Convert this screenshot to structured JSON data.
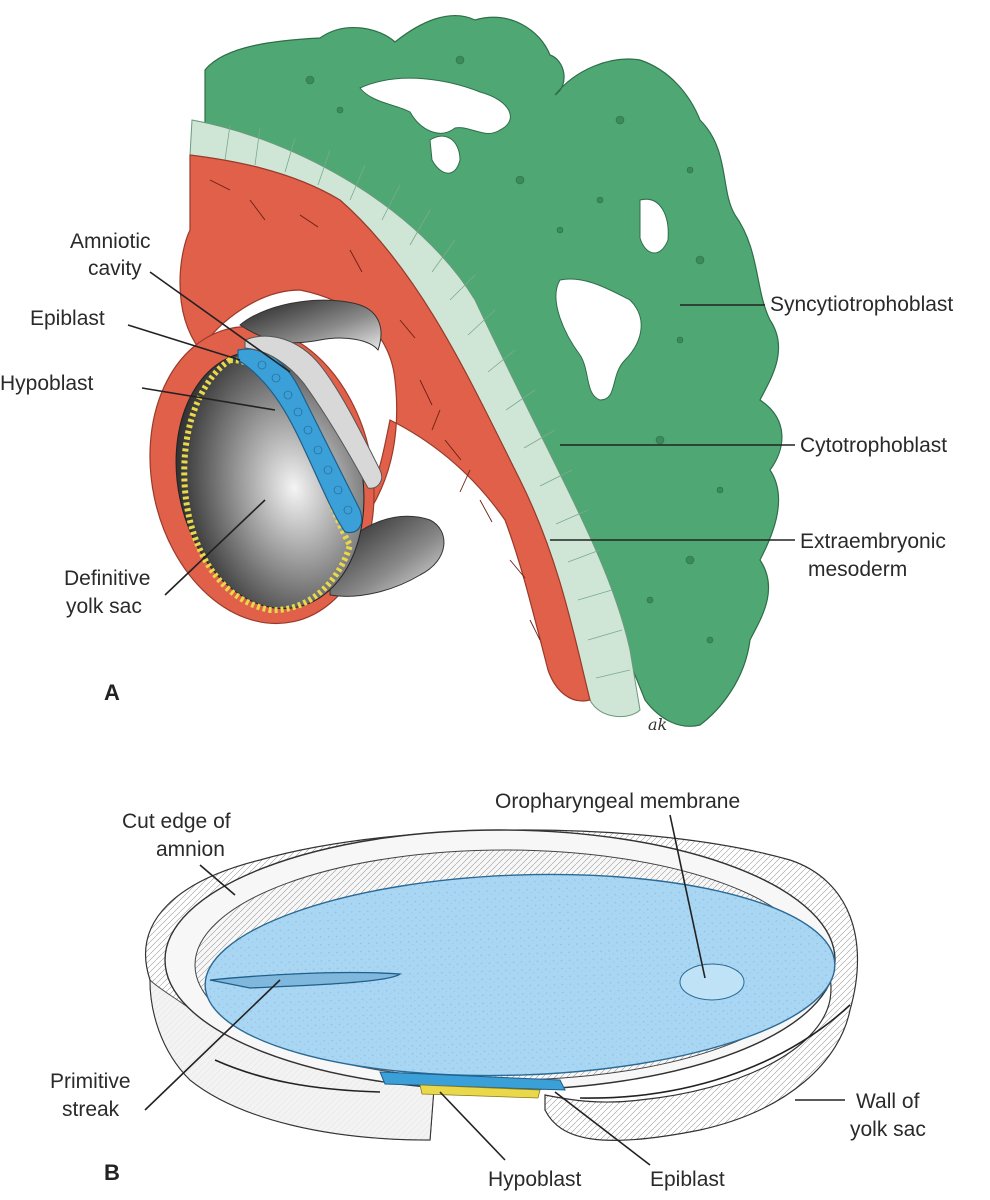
{
  "panel_a": {
    "letter": "A",
    "labels": {
      "amniotic_cavity_1": "Amniotic",
      "amniotic_cavity_2": "cavity",
      "epiblast": "Epiblast",
      "hypoblast": "Hypoblast",
      "definitive_yolk_sac_1": "Definitive",
      "definitive_yolk_sac_2": "yolk sac",
      "syncytiotrophoblast": "Syncytiotrophoblast",
      "cytotrophoblast": "Cytotrophoblast",
      "extraembryonic_mesoderm_1": "Extraembryonic",
      "extraembryonic_mesoderm_2": "mesoderm"
    },
    "signature": "ak"
  },
  "panel_b": {
    "letter": "B",
    "labels": {
      "cut_edge_of_amnion_1": "Cut edge of",
      "cut_edge_of_amnion_2": "amnion",
      "oropharyngeal_membrane": "Oropharyngeal membrane",
      "primitive_streak_1": "Primitive",
      "primitive_streak_2": "streak",
      "wall_of_yolk_sac_1": "Wall of",
      "wall_of_yolk_sac_2": "yolk sac",
      "hypoblast": "Hypoblast",
      "epiblast": "Epiblast"
    }
  },
  "colors": {
    "syncytiotrophoblast": "#4fa874",
    "cytotrophoblast": "#cfe6d6",
    "extraembryonic_mesoderm": "#e0604a",
    "epiblast": "#3b9fd8",
    "hypoblast": "#e8d84a",
    "embryonic_disc": "#a9d6f2",
    "yolk_sac_cavity": "#4a4a4a"
  }
}
